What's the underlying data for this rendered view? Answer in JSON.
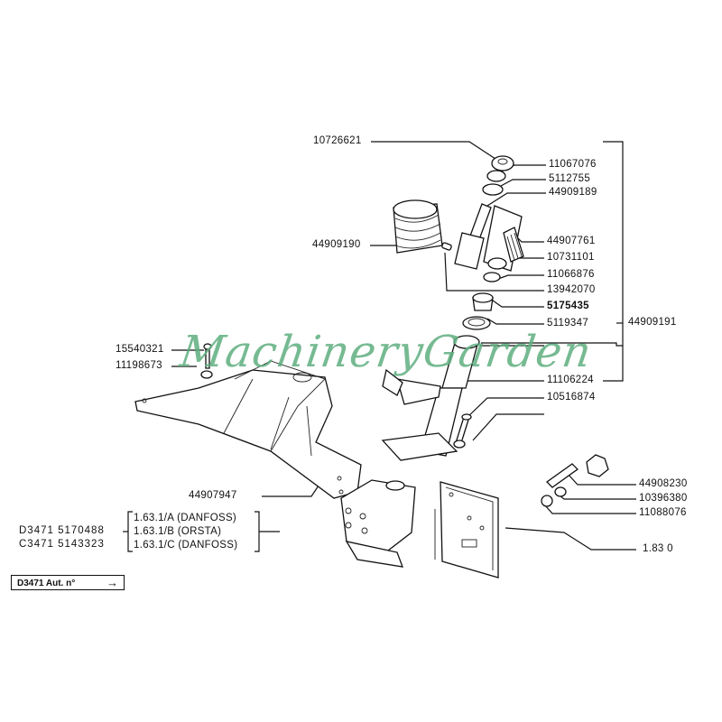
{
  "diagram": {
    "watermark": "MachineryGarden",
    "part_labels": {
      "p10726621": "10726621",
      "p11067076": "11067076",
      "p5112755": "5112755",
      "p44909189": "44909189",
      "p44909190": "44909190",
      "p44907761": "44907761",
      "p10731101": "10731101",
      "p11066876": "11066876",
      "p13942070": "13942070",
      "p5175435": "5175435",
      "p5119347": "5119347",
      "p44909191": "44909191",
      "p15540321": "15540321",
      "p11198673": "11198673",
      "p11106224": "11106224",
      "p10516874": "10516874",
      "p44908230": "44908230",
      "p10396380": "10396380",
      "p11088076": "11088076",
      "p44907947": "44907947",
      "p1830": "1.83 0"
    },
    "variants": {
      "models": [
        "D3471 5170488",
        "C3471 5143323"
      ],
      "options": [
        "1.63.1/A  (DANFOSS)",
        "1.63.1/B  (ORSTA)",
        "1.63.1/C  (DANFOSS)"
      ]
    },
    "footer_tag": {
      "text": "D3471 Aut. n°",
      "arrow": "→"
    }
  }
}
